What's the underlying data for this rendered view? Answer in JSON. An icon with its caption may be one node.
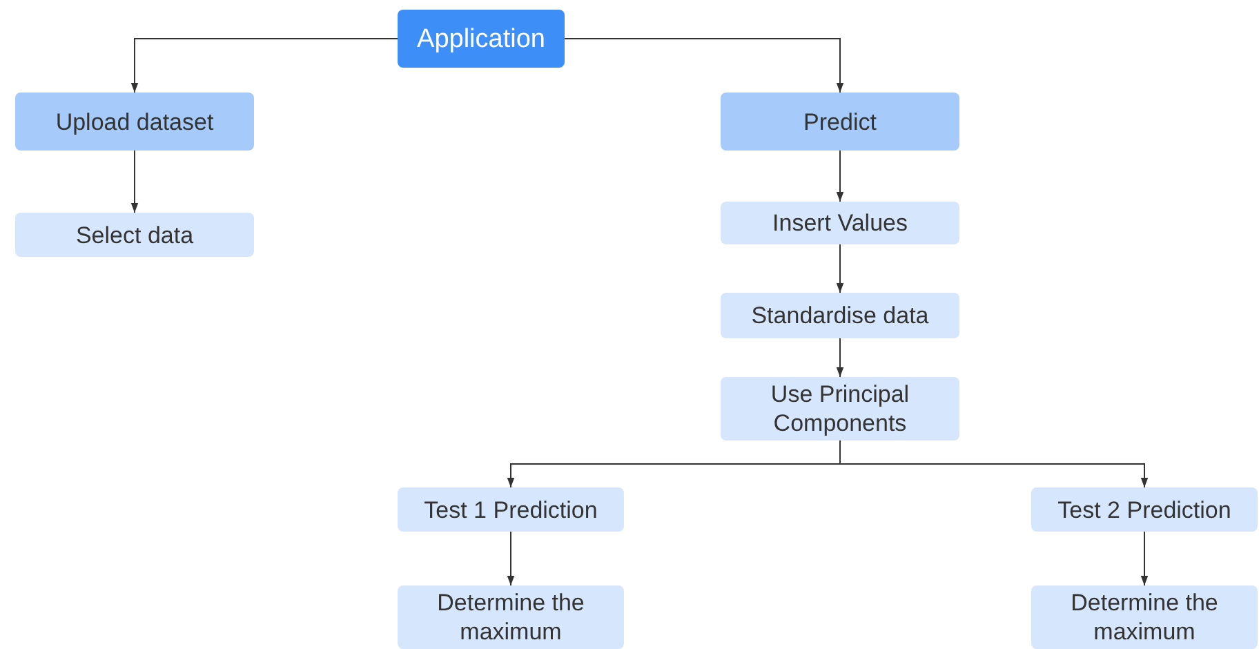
{
  "diagram": {
    "nodes": [
      {
        "text": [
          "Application"
        ]
      },
      {
        "text": [
          "Upload dataset"
        ]
      },
      {
        "text": [
          "Predict"
        ]
      },
      {
        "text": [
          "Select data"
        ]
      },
      {
        "text": [
          "Insert Values"
        ]
      },
      {
        "text": [
          "Standardise data"
        ]
      },
      {
        "text": [
          "Use Principal Components"
        ]
      },
      {
        "text": [
          "Test 1 Prediction"
        ]
      },
      {
        "text": [
          "Test 2 Prediction"
        ]
      },
      {
        "text": [
          "Determine the maximum"
        ]
      },
      {
        "text": [
          "Determine the maximum"
        ]
      }
    ],
    "edges": [
      {
        "from": 0,
        "to": 1,
        "arrow": "to"
      },
      {
        "from": 0,
        "to": 2,
        "arrow": "to"
      },
      {
        "from": 1,
        "to": 3,
        "arrow": "to"
      },
      {
        "from": 2,
        "to": 4,
        "arrow": "to"
      },
      {
        "from": 4,
        "to": 5,
        "arrow": "to"
      },
      {
        "from": 5,
        "to": 6,
        "arrow": "to"
      },
      {
        "from": 6,
        "to": 7,
        "arrow": "to"
      },
      {
        "from": 6,
        "to": 8,
        "arrow": "to"
      },
      {
        "from": 7,
        "to": 9,
        "arrow": "to"
      },
      {
        "from": 8,
        "to": 10,
        "arrow": "to"
      }
    ]
  }
}
